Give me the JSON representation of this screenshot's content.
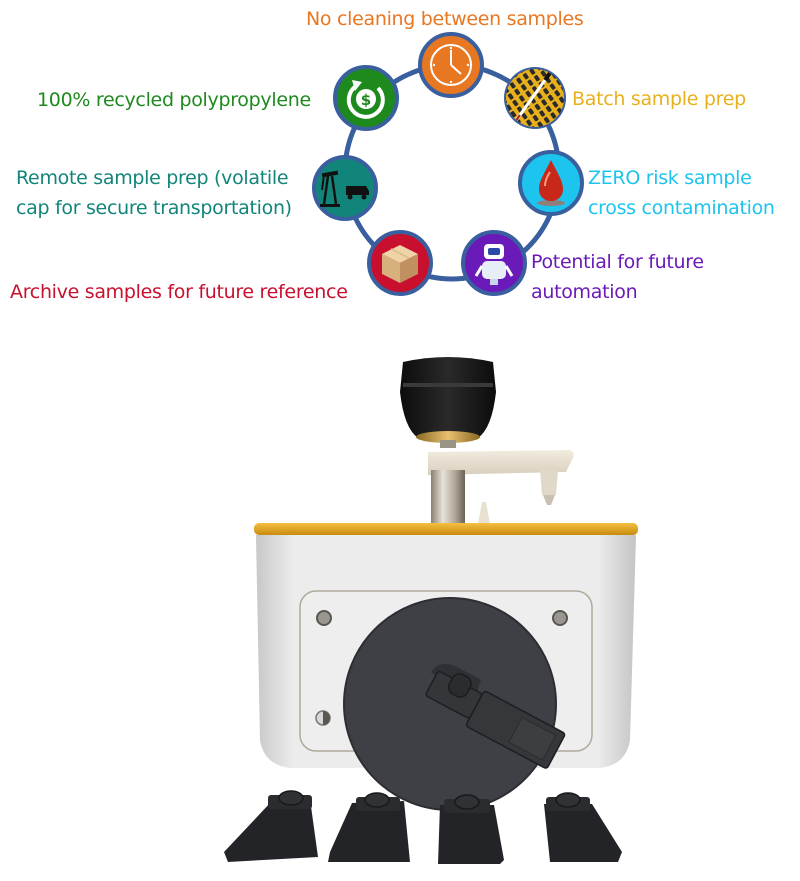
{
  "diagram": {
    "ring_color": "#3a5f9f",
    "benefits": [
      {
        "id": "no-cleaning",
        "label": "No cleaning between samples",
        "icon": "clock-icon",
        "color": "#e87722"
      },
      {
        "id": "batch-prep",
        "label": "Batch sample prep",
        "icon": "batch-tray-pipette-icon",
        "color": "#e8b01c"
      },
      {
        "id": "zero-risk",
        "label_lines": [
          "ZERO risk sample",
          "cross contamination"
        ],
        "icon": "drop-icon",
        "color": "#1cc4ee"
      },
      {
        "id": "automation",
        "label_lines": [
          "Potential for future",
          "automation"
        ],
        "icon": "robot-icon",
        "color": "#6a1ab8"
      },
      {
        "id": "archive",
        "label": "Archive samples for future reference",
        "icon": "box-icon",
        "color": "#c8102e"
      },
      {
        "id": "remote-prep",
        "label_lines": [
          "Remote sample prep (volatile",
          "cap for secure transportation)"
        ],
        "icon": "oil-pump-truck-icon",
        "color": "#12857a"
      },
      {
        "id": "recycled",
        "label": "100% recycled polypropylene",
        "icon": "recycle-dollar-icon",
        "color": "#1e8a1e"
      }
    ]
  },
  "product_photo": {
    "description": "Sample preparation device with rotating knob, arm, white body with gold top rim, round black sample holder with clip, and four sample cups in front",
    "sample_cups_count": 4
  }
}
